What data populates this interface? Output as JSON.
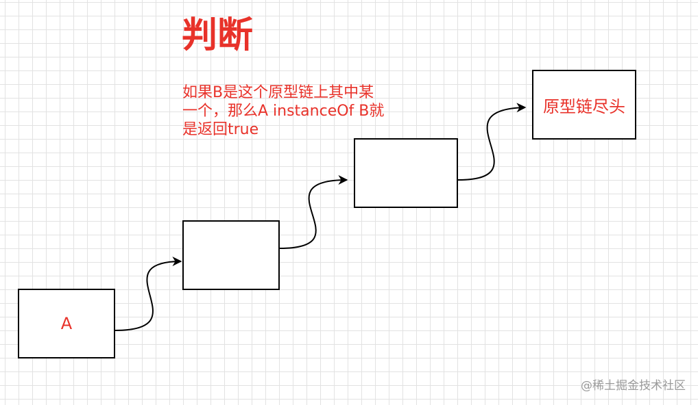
{
  "title": "判断",
  "note": {
    "line1": "如果B是这个原型链上其中某",
    "line2": "一个，那么A instanceOf B就",
    "line3": "是返回true"
  },
  "nodes": {
    "a": "A",
    "b1": "",
    "b2": "",
    "end": "原型链尽头"
  },
  "watermark": "@稀土掘金技术社区",
  "colors": {
    "accent": "#e8322a",
    "stroke": "#000000",
    "grid": "#e2e2e2",
    "watermark": "#9a9a9a"
  }
}
